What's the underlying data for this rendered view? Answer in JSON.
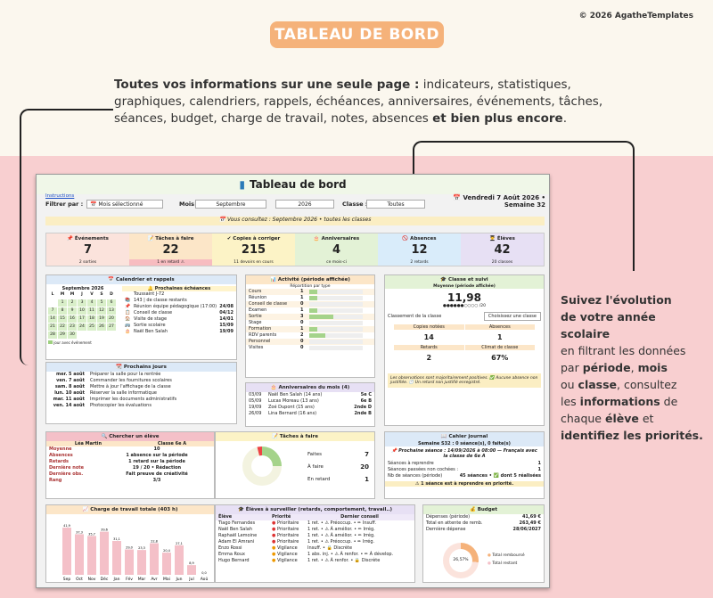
{
  "copyright": "© 2026 AgatheTemplates",
  "title": "TABLEAU DE BORD",
  "intro": {
    "bold1": "Toutes vos informations sur une seule page :",
    "text1": " indicateurs, statistiques, graphiques, calendriers, rappels, échéances, anniversaires, événements, tâches, séances, budget, charge de travail, notes, absences ",
    "bold2": "et bien plus encore",
    "text2": "."
  },
  "side": {
    "l1": "Suivez l'évolution",
    "l2": "de votre année scolaire",
    "l3": "en filtrant les données",
    "l4a": "par ",
    "l4b": "période",
    ",": "",
    "l4c": ", ",
    "l4d": "mois",
    "l5a": "ou ",
    "l5b": "classe",
    ",l5c": "",
    "l5c": ", consultez",
    "l6a": "les ",
    "l6b": "informations",
    " l6c": "",
    "l6c": " de",
    "l7a": "chaque ",
    "l7b": "élève",
    "l7c": " et",
    "l8": "identifiez les priorités."
  },
  "sheet": {
    "title": "Tableau de bord",
    "instructions": "Instructions",
    "filter_label": "Filtrer par :",
    "filter_value": "📅 Mois sélectionné",
    "month_label": "Mois :",
    "month_value": "Septembre",
    "year_value": "2026",
    "class_label": "Classe :",
    "class_value": "Toutes",
    "date": "📅 Vendredi 7 Août 2026 •",
    "week": "Semaine 32",
    "banner": "📅 Vous consultez : Septembre 2026 • toutes les classes",
    "kpis": [
      {
        "t": "📌 Événements",
        "v": "7",
        "s": "2 sorties",
        "bg": "#fbe3dc",
        "sbg": "#fbe3dc"
      },
      {
        "t": "📝 Tâches à faire",
        "v": "22",
        "s": "1 en retard ⚠",
        "bg": "#fce6c8",
        "sbg": "#f7bcc0"
      },
      {
        "t": "✔ Copies à corriger",
        "v": "215",
        "s": "11 devoirs en cours",
        "bg": "#fcf3c6",
        "sbg": "#fcf3c6"
      },
      {
        "t": "🎂 Anniversaires",
        "v": "4",
        "s": "ce mois-ci",
        "bg": "#e3f2d6",
        "sbg": "#e3f2d6"
      },
      {
        "t": "🚫 Absences",
        "v": "12",
        "s": "2 retards",
        "bg": "#d9ecfa",
        "sbg": "#d9ecfa"
      },
      {
        "t": "👨‍🎓 Élèves",
        "v": "42",
        "s": "20 classes",
        "bg": "#e7e0f4",
        "sbg": "#e7e0f4"
      }
    ],
    "calendar": {
      "title": "📅 Calendrier et rappels",
      "month": "Septembre 2026",
      "days": [
        "L",
        "M",
        "M",
        "J",
        "V",
        "S",
        "D"
      ],
      "cells": [
        "",
        "1",
        "2",
        "3",
        "4",
        "5",
        "6",
        "7",
        "8",
        "9",
        "10",
        "11",
        "12",
        "13",
        "14",
        "15",
        "16",
        "17",
        "18",
        "19",
        "20",
        "21",
        "22",
        "23",
        "24",
        "25",
        "26",
        "27",
        "28",
        "29",
        "30",
        "",
        "",
        "",
        ""
      ],
      "legend": "jour avec événement",
      "due_title": "🔔 Prochaines échéances",
      "due": [
        [
          "",
          "Toussaint J-72",
          ""
        ],
        [
          "📚",
          "143 | de classe restants",
          ""
        ],
        [
          "📌",
          "Réunion équipe pédagogique (17:00)",
          "24/08"
        ],
        [
          "📋",
          "Conseil de classe",
          "04/12"
        ],
        [
          "🏠",
          "Visite de stage",
          "14/01"
        ],
        [
          "🚌",
          "Sortie scolaire",
          "15/09"
        ],
        [
          "🎂",
          "Naël Ben Salah",
          "19/09"
        ]
      ]
    },
    "soon": {
      "title": "📆 Prochains jours",
      "items": [
        [
          "mer. 5 août",
          "Préparer la salle pour la rentrée"
        ],
        [
          "ven. 7 août",
          "Commander les fournitures scolaires"
        ],
        [
          "sam. 8 août",
          "Mettre à jour l'affichage de la classe"
        ],
        [
          "lun. 10 août",
          "Réserver la salle informatique"
        ],
        [
          "mar. 11 août",
          "Imprimer les documents administratifs"
        ],
        [
          "ven. 14 août",
          "Photocopier les évaluations"
        ]
      ]
    },
    "activity": {
      "title": "📊 Activité (période affichée)",
      "sub": "Répartition par type",
      "rows": [
        [
          "Cours",
          "1",
          0.15
        ],
        [
          "Réunion",
          "1",
          0.15
        ],
        [
          "Conseil de classe",
          "0",
          0
        ],
        [
          "Examen",
          "1",
          0.15
        ],
        [
          "Sortie",
          "3",
          0.45
        ],
        [
          "Stage",
          "0",
          0
        ],
        [
          "Formation",
          "1",
          0.15
        ],
        [
          "RDV parents",
          "2",
          0.3
        ],
        [
          "Personnel",
          "0",
          0
        ],
        [
          "Visites",
          "0",
          0
        ]
      ]
    },
    "birthdays": {
      "title": "🎂 Anniversaires du mois (4)",
      "rows": [
        [
          "03/09",
          "Naël Ben Salah (14 ans)",
          "5e C"
        ],
        [
          "05/09",
          "Lucas Moreau (13 ans)",
          "6e B"
        ],
        [
          "19/09",
          "Zoé Dupont (15 ans)",
          "2nde D"
        ],
        [
          "26/09",
          "Lina Bernard (16 ans)",
          "2nde B"
        ]
      ]
    },
    "class": {
      "title": "🎓 Classe et suivi",
      "sub": "Moyenne (période affichée)",
      "avg": "11,98",
      "scale": "/20",
      "rank_label": "Classement de la classe",
      "rank_value": "Choisissez une classe",
      "copies": "Copies notées",
      "copies_v": "14",
      "abs": "Absences",
      "abs_v": "1",
      "late": "Retards",
      "late_v": "2",
      "climate": "Climat de classe",
      "climate_v": "67%",
      "note": "Les observations sont majoritairement positives. ✅ Aucune absence non justifiée. 🕐 Un retard non justifié enregistré."
    },
    "student": {
      "title": "🔍 Chercher un élève",
      "name": "Léa Martin",
      "class": "Classe 6e A",
      "rows": [
        [
          "Moyenne",
          "10"
        ],
        [
          "Absences",
          "1 absence sur la période"
        ],
        [
          "Retards",
          "1 retard sur la période"
        ],
        [
          "Dernière note",
          "19 / 20 • Rédaction"
        ],
        [
          "Dernière obs.",
          "Fait preuve de créativité"
        ],
        [
          "Rang",
          "3/3"
        ]
      ]
    },
    "tasks": {
      "title": "📝 Tâches à faire",
      "rows": [
        [
          "Faites",
          "7"
        ],
        [
          "À faire",
          "20"
        ],
        [
          "En retard",
          "1"
        ]
      ]
    },
    "journal": {
      "title": "📖 Cahier journal",
      "week": "Semaine S32 : 0 séance(s), 0 faite(s)",
      "next": "📌 Prochaine séance : 14/09/2026 à 08:00 — Français avec la classe de 6e A",
      "rows": [
        [
          "Séances à reprendre",
          "1"
        ],
        [
          "Séances passées non cochées :",
          "1"
        ],
        [
          "Nb de séances (période)",
          "45 séances • ✅ dont 5 réalisées"
        ]
      ],
      "alert": "⚠ 1 séance est à reprendre en priorité."
    },
    "workload": {
      "title": "📈 Charge de travail totale (403 h)",
      "months": [
        "Sep",
        "Oct",
        "Nov",
        "Déc",
        "Jan",
        "Fév",
        "Mar",
        "Avr",
        "Mai",
        "Jun",
        "Jul",
        "Aoû"
      ],
      "values": [
        43.3,
        37.3,
        35.7,
        39.6,
        31.1,
        23.3,
        22.8,
        29,
        20.4,
        27.1,
        8.9,
        0
      ],
      "ylabels": [
        "41,9",
        "37,3",
        "35,7",
        "39,6",
        "31,1",
        "29,0",
        "23,3",
        "22,8",
        "20,4",
        "27,1",
        "8,9",
        "0,0"
      ]
    },
    "watch": {
      "title": "🎓 Élèves à surveiller (retards, comportement, travail..)",
      "headers": [
        "Élève",
        "Priorité",
        "Dernier conseil"
      ],
      "rows": [
        [
          "Tiago Fernandes",
          "Prioritaire",
          "1 ret. • ⚠ Préoccup. • ✏ Insuff."
        ],
        [
          "Naël Ben Salah",
          "Prioritaire",
          "1 ret. • ⚠ À amélior. • ✏ Irrég."
        ],
        [
          "Raphaël Lemoine",
          "Prioritaire",
          "1 ret. • ⚠ À amélior. • ✏ Irrég."
        ],
        [
          "Adam El Amrani",
          "Prioritaire",
          "1 ret. • ⚠ Préoccup. • ✏ Irrég."
        ],
        [
          "Enzo Rossi",
          "Vigilance",
          "Insuff. • 🔒 Discrète"
        ],
        [
          "Emma Roux",
          "Vigilance",
          "1 abs. inj. • ⚠ À renfor. • ✏ À dévelop."
        ],
        [
          "Hugo Bernard",
          "Vigilance",
          "1 ret. • ⚠ À renfor. • 🔒 Discrète"
        ]
      ]
    },
    "budget": {
      "title": "💰 Budget",
      "rows": [
        [
          "Dépenses (période)",
          "41,69 €"
        ],
        [
          "Total en attente de remb.",
          "263,49 €"
        ],
        [
          "Dernière dépense",
          "28/06/2027"
        ]
      ],
      "pct": "26,57%",
      "legend": [
        "Total remboursé",
        "Total restant"
      ]
    }
  }
}
